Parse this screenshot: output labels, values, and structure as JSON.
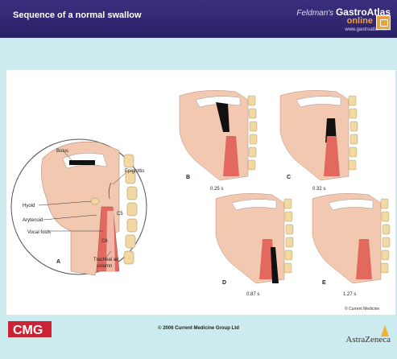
{
  "header": {
    "title": "Sequence of a normal swallow",
    "brand_prefix": "Feldman's",
    "brand_name": "GastroAtlas",
    "brand_sub": "online",
    "brand_url": "www.gastroatlas.com"
  },
  "figure": {
    "labels": {
      "bolus": "Bolus",
      "epiglottis": "Epiglottis",
      "hyoid": "Hyoid",
      "arytenoid": "Arytenoid",
      "vocal_folds": "Vocal folds",
      "c5": "C5",
      "tracheal": "Tracheal air",
      "column": "column",
      "c6": "C6"
    },
    "panels": [
      {
        "letter": "A",
        "time": ""
      },
      {
        "letter": "B",
        "time": "0.25 s"
      },
      {
        "letter": "C",
        "time": "0.32 s"
      },
      {
        "letter": "D",
        "time": "0.87 s"
      },
      {
        "letter": "E",
        "time": "1.27 s"
      }
    ],
    "credit": "© Current Medicine"
  },
  "footer": {
    "logo": "CMG",
    "copyright": "© 2006 Current Medicine Group Ltd",
    "sponsor": "AstraZeneca"
  },
  "colors": {
    "header_bg": "#2f2573",
    "page_bg": "#ccebee",
    "tissue": "#f2c9b0",
    "muscle": "#e3695f",
    "bone": "#f2d9a2",
    "logo_red": "#cc2233"
  }
}
